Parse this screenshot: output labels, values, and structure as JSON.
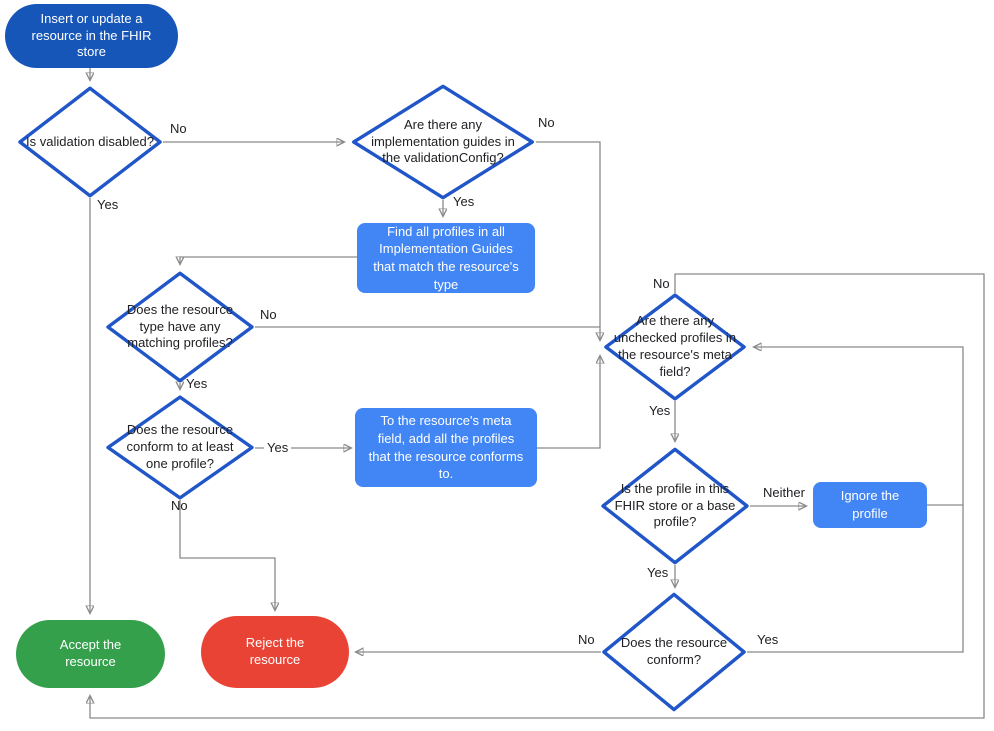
{
  "diagram": {
    "title": "FHIR store resource validation flowchart",
    "colors": {
      "start_fill": "#1656B8",
      "process_fill": "#4285F4",
      "accept_fill": "#34A04C",
      "reject_fill": "#E94335",
      "diamond_border": "#2056C7",
      "connector_gray": "#8A8A8A",
      "text_dark": "#202124",
      "text_light": "#FFFFFF"
    },
    "nodes": {
      "start": {
        "label": "Insert or update a resource in the FHIR store"
      },
      "validation_disabled": {
        "label": "Is validation disabled?"
      },
      "implementation_guides": {
        "label": "Are there any implementation guides in the validationConfig?"
      },
      "find_profiles": {
        "label": "Find all profiles in all Implementation Guides that match the resource's type"
      },
      "matching_profiles": {
        "label": "Does the resource type have any matching profiles?"
      },
      "conforms_one": {
        "label": "Does the resource conform to at least one profile?"
      },
      "add_profiles": {
        "label": "To the resource's meta field, add all the profiles that the resource conforms to."
      },
      "unchecked_profiles": {
        "label": "Are there any unchecked profiles in the resource's meta field?"
      },
      "profile_in_store": {
        "label": "Is the profile in this FHIR store or a base profile?"
      },
      "ignore_profile": {
        "label": "Ignore the profile"
      },
      "resource_conforms": {
        "label": "Does the resource conform?"
      },
      "accept": {
        "label": "Accept the resource"
      },
      "reject": {
        "label": "Reject the resource"
      }
    },
    "edge_labels": {
      "validation_no": "No",
      "validation_yes": "Yes",
      "guides_no": "No",
      "guides_yes": "Yes",
      "matching_no": "No",
      "matching_yes": "Yes",
      "conforms_one_yes": "Yes",
      "conforms_one_no": "No",
      "unchecked_no": "No",
      "unchecked_yes": "Yes",
      "profile_store_neither": "Neither",
      "profile_store_yes": "Yes",
      "resource_conforms_yes": "Yes",
      "resource_conforms_no": "No"
    }
  }
}
